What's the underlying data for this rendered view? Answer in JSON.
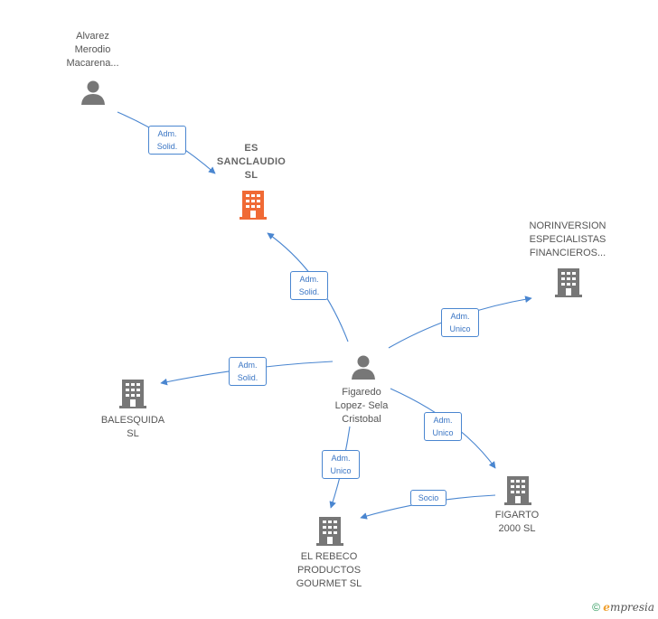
{
  "nodes": {
    "alvarez": "Alvarez\nMerodio\nMacarena...",
    "sanclaudio": "ES\nSANCLAUDIO\nSL",
    "norinversion": "NORINVERSION\nESPECIALISTAS\nFINANCIEROS...",
    "balesquida": "BALESQUIDA\nSL",
    "figaredo": "Figaredo\nLopez- Sela\nCristobal",
    "figarto": "FIGARTO\n2000  SL",
    "rebeco": "EL REBECO\nPRODUCTOS\nGOURMET  SL"
  },
  "edges": {
    "alvarez_sanclaudio": "Adm.\nSolid.",
    "figaredo_sanclaudio": "Adm.\nSolid.",
    "figaredo_norinversion": "Adm.\nUnico",
    "figaredo_balesquida": "Adm.\nSolid.",
    "figaredo_figarto": "Adm.\nUnico",
    "figaredo_rebeco": "Adm.\nUnico",
    "figarto_rebeco": "Socio"
  },
  "footer": {
    "copyright": "©",
    "brand_e": "e",
    "brand_rest": "mpresia"
  },
  "colors": {
    "edge": "#4a86d0",
    "focus": "#f06a35",
    "node": "#777777"
  }
}
